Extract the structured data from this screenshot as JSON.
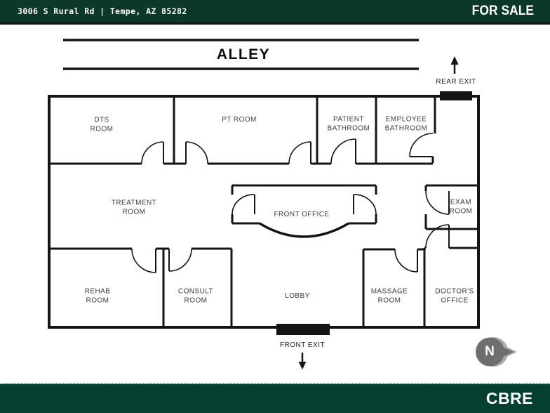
{
  "header": {
    "address": "3006 S Rural Rd | Tempe, AZ 85282",
    "for_sale": "FOR SALE"
  },
  "plan": {
    "alley_label": "ALLEY",
    "rear_exit_label": "REAR EXIT",
    "front_exit_label": "FRONT EXIT",
    "compass_n": "N",
    "rooms": {
      "dts": {
        "line1": "DTS",
        "line2": "ROOM"
      },
      "pt": {
        "line1": "PT ROOM",
        "line2": ""
      },
      "patient": {
        "line1": "PATIENT",
        "line2": "BATHROOM"
      },
      "employee": {
        "line1": "EMPLOYEE",
        "line2": "BATHROOM"
      },
      "treatment": {
        "line1": "TREATMENT",
        "line2": "ROOM"
      },
      "frontoffice": {
        "line1": "FRONT OFFICE",
        "line2": ""
      },
      "exam": {
        "line1": "EXAM",
        "line2": "ROOM"
      },
      "rehab": {
        "line1": "REHAB",
        "line2": "ROOM"
      },
      "consult": {
        "line1": "CONSULT",
        "line2": "ROOM"
      },
      "lobby": {
        "line1": "LOBBY",
        "line2": ""
      },
      "massage": {
        "line1": "MASSAGE",
        "line2": "ROOM"
      },
      "doctors": {
        "line1": "DOCTOR'S",
        "line2": "OFFICE"
      }
    }
  },
  "footer": {
    "logo": "CBRE"
  },
  "colors": {
    "header_green": "#0c382a",
    "footer_green": "#03402f",
    "wall_black": "#141414",
    "label_gray": "#3c3c3c",
    "compass_gray_dark": "#6e6e6e",
    "compass_gray_light": "#ababab"
  }
}
